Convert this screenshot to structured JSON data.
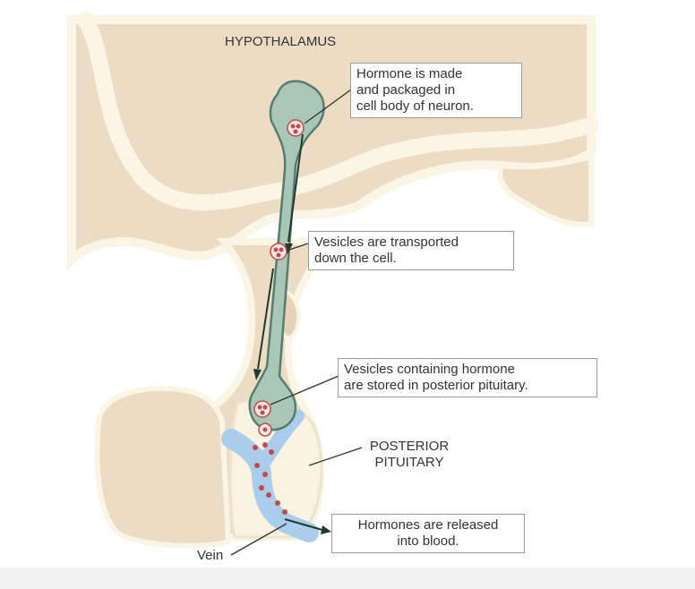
{
  "labels": {
    "hypothalamus": "HYPOTHALAMUS",
    "posterior_pituitary_line1": "POSTERIOR",
    "posterior_pituitary_line2": "PITUITARY",
    "vein": "Vein"
  },
  "callouts": {
    "made": {
      "line1": "Hormone is made",
      "line2": "and packaged in",
      "line3": "cell body of neuron."
    },
    "transported": {
      "line1": "Vesicles are transported",
      "line2": "down the cell."
    },
    "stored": {
      "line1": "Vesicles containing hormone",
      "line2": "are stored in posterior pituitary."
    },
    "released": {
      "line1": "Hormones are released",
      "line2": "into blood."
    }
  },
  "colors": {
    "brain_tissue": "#ecdcc4",
    "brain_edge": "#fbf5e6",
    "neuron": "#a9c7b7",
    "neuron_outline": "#587d6f",
    "vein": "#a9cdea",
    "vesicle": "#c44a4a",
    "background_bottom": "#f2f2f2"
  }
}
